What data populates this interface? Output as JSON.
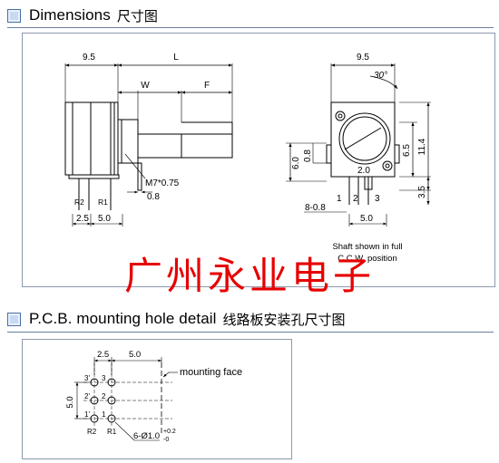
{
  "section1": {
    "title": "Dimensions",
    "title_cn": "尺寸图"
  },
  "section2": {
    "title": "P.C.B. mounting hole detail",
    "title_cn": "线路板安装孔尺寸图"
  },
  "side_view": {
    "dim_9_5": "9.5",
    "dim_L": "L",
    "dim_W": "W",
    "dim_F": "F",
    "thread": "M7*0.75",
    "dim_0_8": "0.8",
    "pin_r2": "R2",
    "pin_r1": "R1",
    "dim_2_5": "2.5",
    "dim_5_0": "5.0"
  },
  "front_view": {
    "dim_9_5": "9.5",
    "angle": "30°",
    "dim_11_4": "11.4",
    "dim_6_5": "6.5",
    "dim_6_0": "6.0",
    "dim_0_8": "0.8",
    "dim_2_0": "2.0",
    "dim_3_5": "3.5",
    "pin1": "1",
    "pin2": "2",
    "pin3": "3",
    "dim_8_0_8": "8-0.8",
    "dim_5_0": "5.0",
    "note_line1": "Shaft shown in full",
    "note_line2": "C.C.W. position"
  },
  "watermark": "广州永业电子",
  "pcb": {
    "dim_2_5": "2.5",
    "dim_5_0": "5.0",
    "dim_5_0_v": "5.0",
    "mounting_face": "mounting face",
    "hole_3p": "3'",
    "hole_3": "3",
    "hole_2p": "2'",
    "hole_2": "2",
    "hole_1p": "1'",
    "hole_1": "1",
    "hole_r2": "R2",
    "hole_r1": "R1",
    "hole_spec": "6-Ø1.0",
    "tol_plus": "+0.2",
    "tol_minus": "-0"
  }
}
